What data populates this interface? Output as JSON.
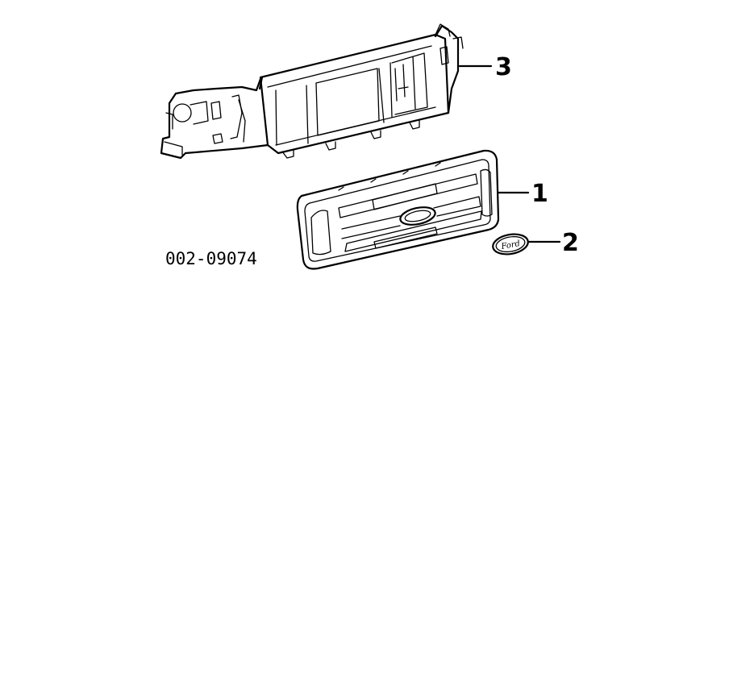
{
  "diagram": {
    "drawing_code": "002-09074",
    "callouts": [
      {
        "number": "1",
        "part": "grille"
      },
      {
        "number": "2",
        "part": "emblem"
      },
      {
        "number": "3",
        "part": "radiator-support"
      }
    ],
    "emblem_text": "Ford"
  }
}
